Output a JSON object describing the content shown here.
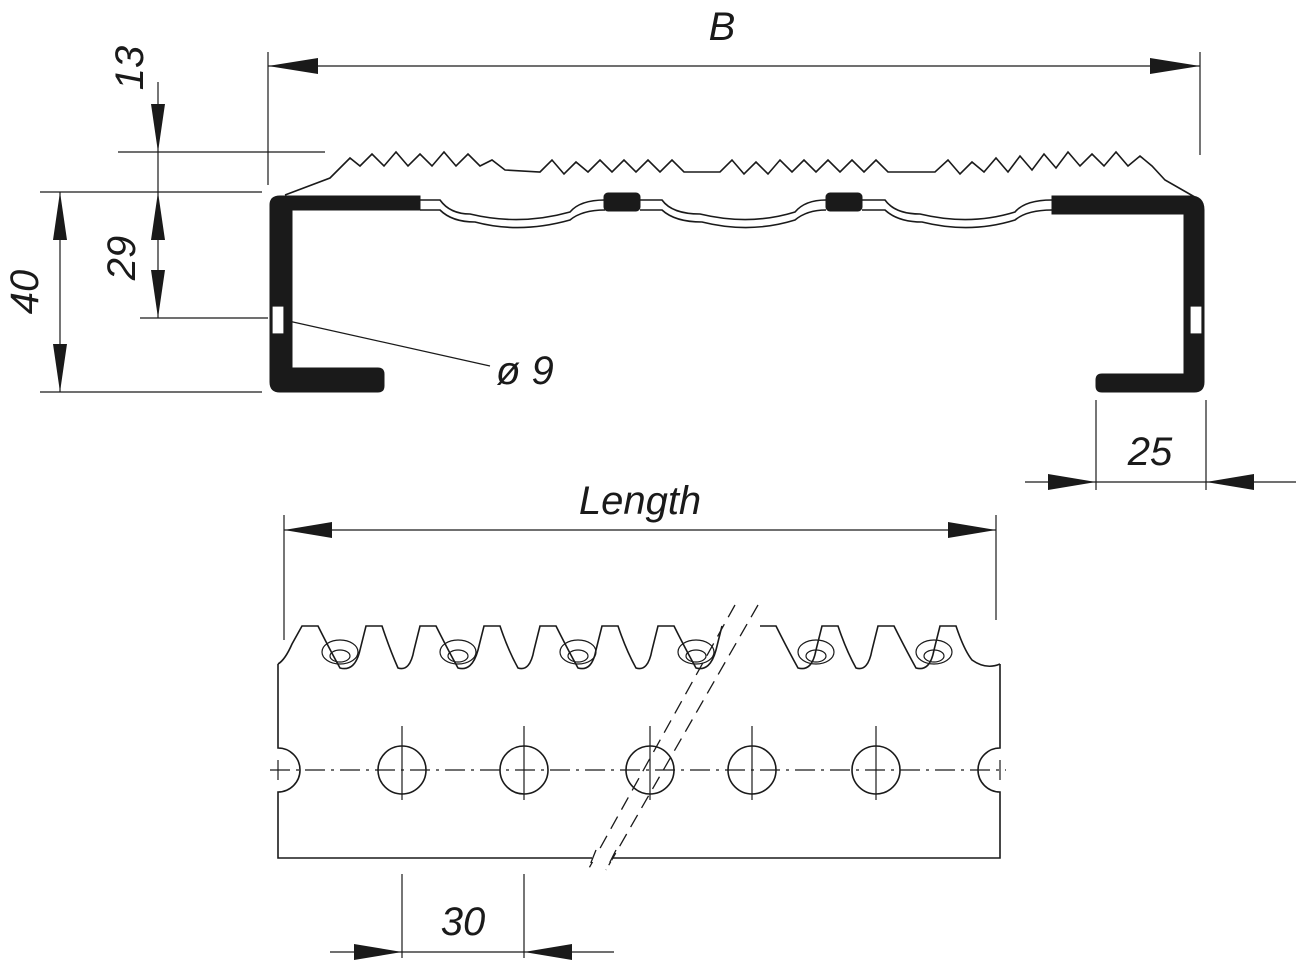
{
  "dimensions": {
    "overall_width": "B",
    "tread_height": "13",
    "hole_height": "29",
    "profile_height": "40",
    "hole_diameter": "ø 9",
    "flange_width": "25",
    "length": "Length",
    "hole_pitch": "30"
  }
}
